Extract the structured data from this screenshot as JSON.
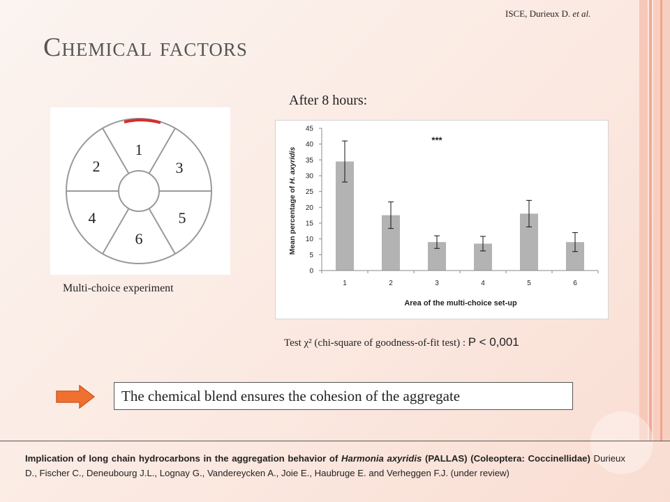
{
  "header": {
    "credit_main": "ISCE, Durieux D.",
    "credit_etal": "et al."
  },
  "slide": {
    "title": "Chemical factors",
    "after_label": "After 8 hours:",
    "wheel_caption": "Multi-choice experiment",
    "wheel_sectors": [
      "1",
      "2",
      "3",
      "4",
      "5",
      "6"
    ],
    "test_text": "Test χ² (chi-square of goodness-of-fit test) :",
    "test_p": "P < 0,001",
    "conclusion": "The chemical blend ensures the cohesion of the aggregate"
  },
  "reference": {
    "bold_a": "Implication of long chain hydrocarbons in the aggregation behavior of",
    "bold_italic": "Harmonia axyridis",
    "bold_b": "(PALLAS) (Coleoptera: Coccinellidae)",
    "authors": "Durieux D., Fischer C., Deneubourg J.L., Lognay G., Vandereycken A., Joie E., Haubruge E. and Verheggen F.J. (under review)"
  },
  "colors": {
    "bar": "#b3b3b3",
    "arrow": "#f07030",
    "highlight_arc": "#d82c2c",
    "wheel_stroke": "#999999"
  },
  "chart_data": {
    "type": "bar",
    "categories": [
      "1",
      "2",
      "3",
      "4",
      "5",
      "6"
    ],
    "values": [
      34.5,
      17.5,
      9,
      8.5,
      18,
      9
    ],
    "errors": [
      6.5,
      4.2,
      2,
      2.3,
      4.2,
      3
    ],
    "xlabel": "Area of the multi-choice set-up",
    "ylabel_prefix": "Mean percentage of",
    "ylabel_species": "H. axyridis",
    "ylim": [
      0,
      45
    ],
    "yticks": [
      0,
      5,
      10,
      15,
      20,
      25,
      30,
      35,
      40,
      45
    ],
    "annotation": "***",
    "annotation_x_category": "3",
    "annotation_y": 42,
    "grid": false
  }
}
